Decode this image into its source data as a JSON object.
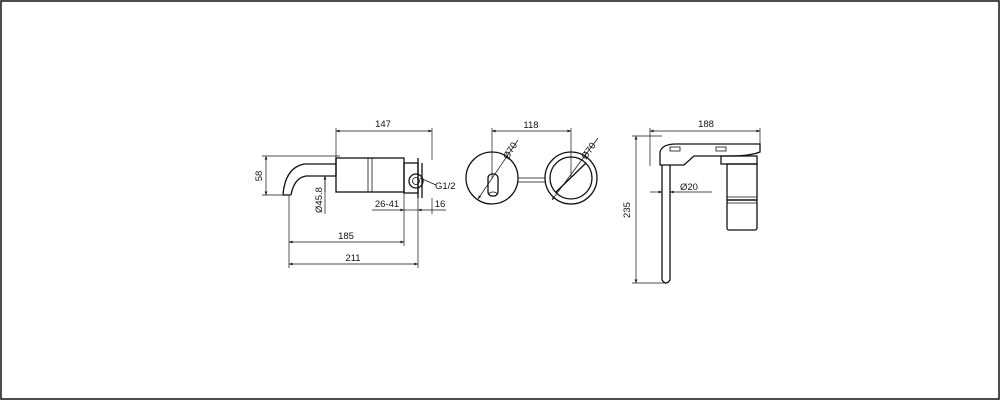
{
  "side_view": {
    "dim_top": "147",
    "dim_height": "58",
    "dim_outlet_diameter": "Ø45.8",
    "dim_thread": "G1/2",
    "dim_wall_range": "26-41",
    "dim_right": "16",
    "dim_spout": "185",
    "dim_total": "211"
  },
  "front_view": {
    "dim_spacing": "118",
    "dim_left_diameter": "Ø70",
    "dim_right_diameter": "Ø70"
  },
  "top_view": {
    "dim_width": "188",
    "dim_spout_diameter": "Ø20",
    "dim_depth": "235"
  },
  "colors": {
    "line": "#111111",
    "background": "#ffffff"
  }
}
